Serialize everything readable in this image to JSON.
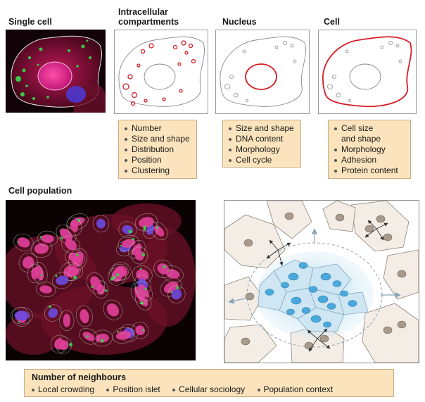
{
  "titles": {
    "single_cell": "Single cell",
    "compartments": "Intracellular\ncompartments",
    "nucleus": "Nucleus",
    "cell": "Cell",
    "population": "Cell population"
  },
  "boxes": {
    "compartments": [
      "Number",
      "Size and shape",
      "Distribution",
      "Position",
      "Clustering"
    ],
    "nucleus": [
      "Size and shape",
      "DNA content",
      "Morphology",
      "Cell cycle"
    ],
    "cell": [
      "Cell size\nand shape",
      "Morphology",
      "Adhesion",
      "Protein content"
    ]
  },
  "neighbours": {
    "title": "Number of neighbours",
    "items": [
      "Local crowding",
      "Position islet",
      "Cellular sociology",
      "Population context"
    ]
  },
  "colors": {
    "highlight_red": "#d41f26",
    "box_fill": "#fbe4bd",
    "cell_blue": "#5fb3df",
    "nucleus_brown": "#a89b8b"
  }
}
